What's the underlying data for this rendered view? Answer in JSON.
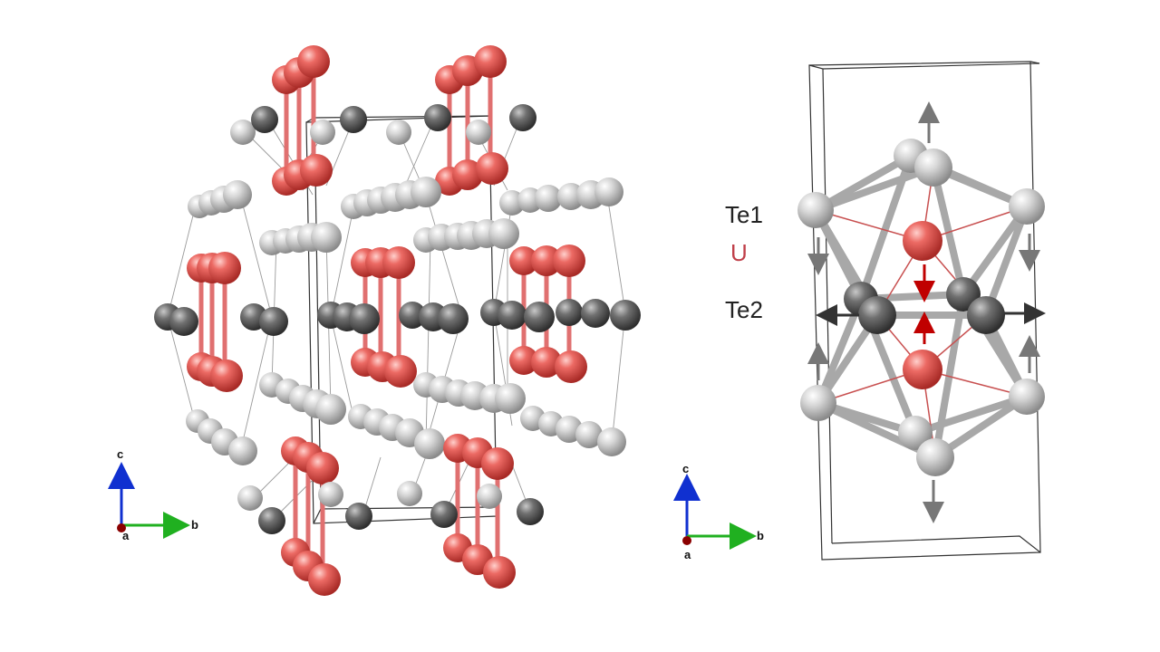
{
  "legend": {
    "te1": "Te1",
    "u": "U",
    "te2": "Te2"
  },
  "axes_left": {
    "c": "c",
    "b": "b",
    "a": "a"
  },
  "axes_right": {
    "c": "c",
    "b": "b",
    "a": "a"
  },
  "colors": {
    "uranium": "#e0504c",
    "te1": "#d4d4d4",
    "te2": "#6a6a6a",
    "bond_u": "#e07070",
    "cell_edge": "#333333",
    "arrow_gray": "#777777",
    "arrow_red": "#c00000",
    "arrow_dark": "#333333",
    "axis_c": "#1030d0",
    "axis_b": "#20b020",
    "axis_a": "#a00000"
  }
}
